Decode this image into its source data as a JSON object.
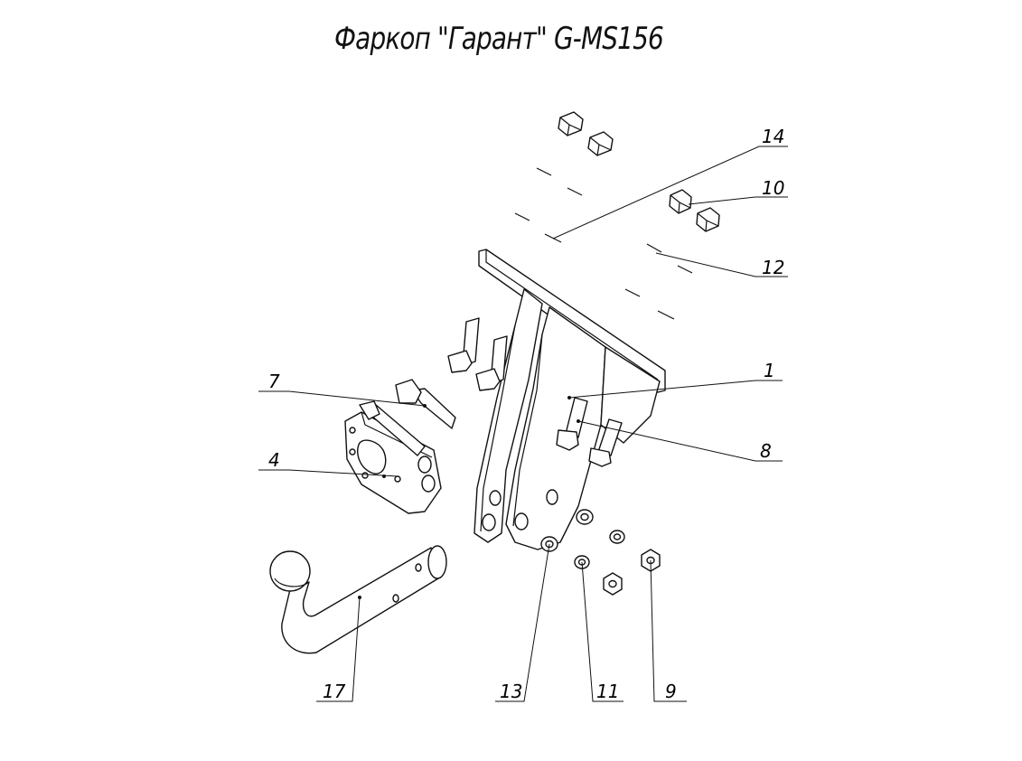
{
  "title": "Фаркоп \"Гарант\" G-MS156",
  "callouts": [
    {
      "id": "c14",
      "label": "14"
    },
    {
      "id": "c10",
      "label": "10"
    },
    {
      "id": "c12",
      "label": "12"
    },
    {
      "id": "c1",
      "label": "1"
    },
    {
      "id": "c8",
      "label": "8"
    },
    {
      "id": "c7",
      "label": "7"
    },
    {
      "id": "c4",
      "label": "4"
    },
    {
      "id": "c17",
      "label": "17"
    },
    {
      "id": "c13",
      "label": "13"
    },
    {
      "id": "c11",
      "label": "11"
    },
    {
      "id": "c9",
      "label": "9"
    }
  ]
}
